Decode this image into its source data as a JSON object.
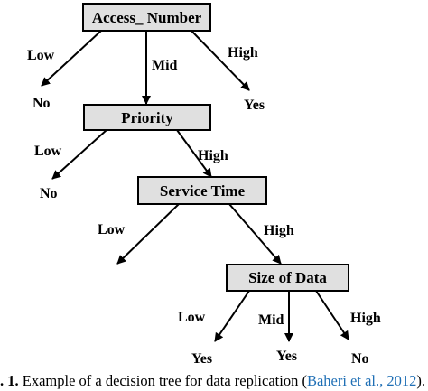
{
  "nodes": {
    "access_number": "Access_ Number",
    "priority": "Priority",
    "service_time": "Service Time",
    "size_of_data": "Size of Data"
  },
  "edges": {
    "access_low": "Low",
    "access_mid": "Mid",
    "access_high": "High",
    "priority_low": "Low",
    "priority_high": "High",
    "service_low": "Low",
    "service_high": "High",
    "size_low": "Low",
    "size_mid": "Mid",
    "size_high": "High"
  },
  "leaves": {
    "access_low": "No",
    "access_high": "Yes",
    "priority_low": "No",
    "size_low": "Yes",
    "size_mid": "Yes",
    "size_high": "No"
  },
  "caption": {
    "fig": ". 1.",
    "text": " Example of a decision tree for data replication (",
    "cite": "Baheri et al., 2012",
    "end": ")."
  },
  "colors": {
    "box_fill": "#e0e0e0",
    "cite": "#1f6fb5"
  }
}
